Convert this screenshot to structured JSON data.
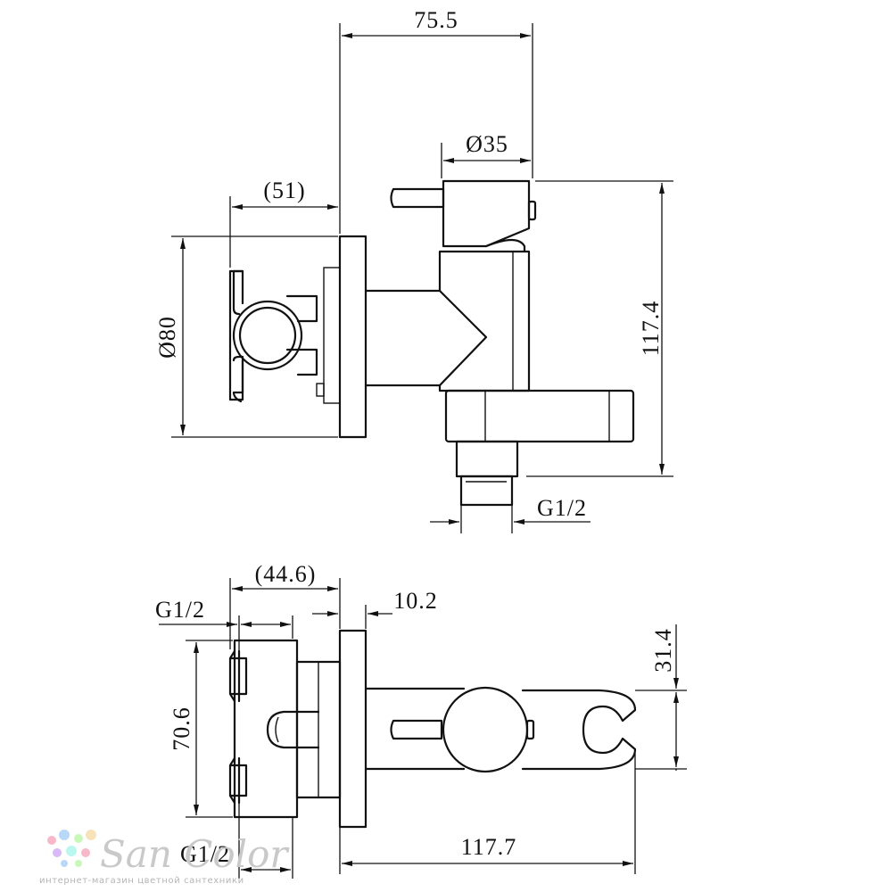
{
  "dimensions": {
    "top_width": "75.5",
    "diameter_lever": "Ø35",
    "holder_offset": "(51)",
    "diameter_plate": "Ø80",
    "total_height": "117.4",
    "outlet_thread_top": "G1/2",
    "body_depth": "(44.6)",
    "inlet_thread_top": "G1/2",
    "plate_thickness": "10.2",
    "body_height": "70.6",
    "holder_height": "31.4",
    "inlet_thread_bottom": "G1/2",
    "total_length": "117.7"
  },
  "watermark": {
    "brand": "San Color",
    "tagline": "интернет-магазин цветной сантехники",
    "dot_colors": [
      "#f7b9c9",
      "#b9d8f7",
      "#c9f7b9",
      "#f7e3b9",
      "#d9b9f7",
      "#b9f7ef"
    ]
  }
}
